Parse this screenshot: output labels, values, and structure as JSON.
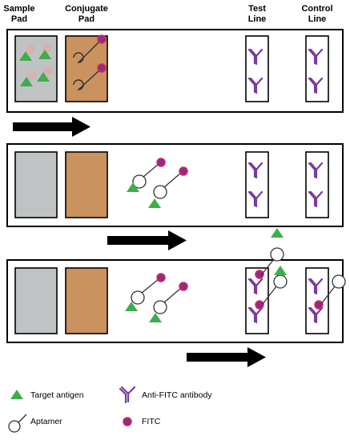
{
  "headers": {
    "sample_pad": [
      "Sample",
      "Pad"
    ],
    "conjugate_pad": [
      "Conjugate",
      "Pad"
    ],
    "test_line": [
      "Test",
      "Line"
    ],
    "control_line": [
      "Control",
      "Line"
    ]
  },
  "legend": {
    "target_antigen": "Target antigen",
    "anti_fitc_antibody": "Anti-FITC antibody",
    "aptamer": "Aptamer",
    "fitc": "FITC"
  },
  "colors": {
    "sample_pad_fill": "#c0c3c4",
    "conjugate_pad_fill": "#c9925e",
    "antigen_green": "#3fae4a",
    "antibody_purple": "#7b3a9e",
    "fitc_fill": "#8b2f86",
    "fitc_ring": "#e0245e",
    "arrow_black": "#000000",
    "antigen_pink": "#d4b3b0"
  },
  "icons": {
    "flow_arrow": "right-arrow-icon",
    "antigen": "triangle-icon",
    "antibody": "y-shape-icon",
    "aptamer": "lollipop-icon",
    "fitc": "dot-icon"
  }
}
